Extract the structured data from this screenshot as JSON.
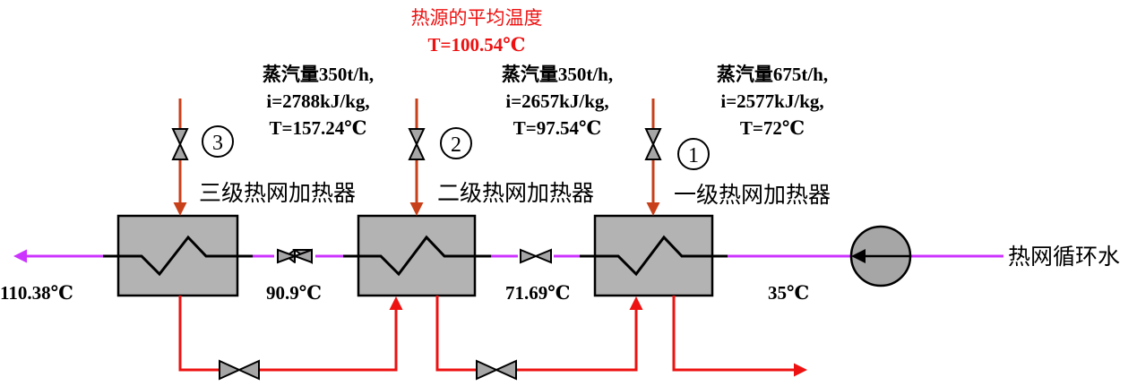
{
  "heat_source": {
    "title": "热源的平均温度",
    "temperature": "T=100.54℃"
  },
  "heaters": [
    {
      "label": "三级热网加热器",
      "number": "3",
      "steam_flow": "蒸汽量350t/h,",
      "enthalpy": "i=2788kJ/kg,",
      "temperature": "T=157.24℃"
    },
    {
      "label": "二级热网加热器",
      "number": "2",
      "steam_flow": "蒸汽量350t/h,",
      "enthalpy": "i=2657kJ/kg,",
      "temperature": "T=97.54℃"
    },
    {
      "label": "一级热网加热器",
      "number": "1",
      "steam_flow": "蒸汽量675t/h,",
      "enthalpy": "i=2577kJ/kg,",
      "temperature": "T=72℃"
    }
  ],
  "water_temps": {
    "outlet": "110.38℃",
    "between_3_2": "90.9℃",
    "between_2_1": "71.69℃",
    "inlet": "35℃"
  },
  "circulation_label": "热网循环水",
  "colors": {
    "steam": "#c8401a",
    "water": "#cc33ff",
    "drain": "#ee1111",
    "heater_fill": "#b3b3b3",
    "highlight_text": "#ee1111"
  }
}
